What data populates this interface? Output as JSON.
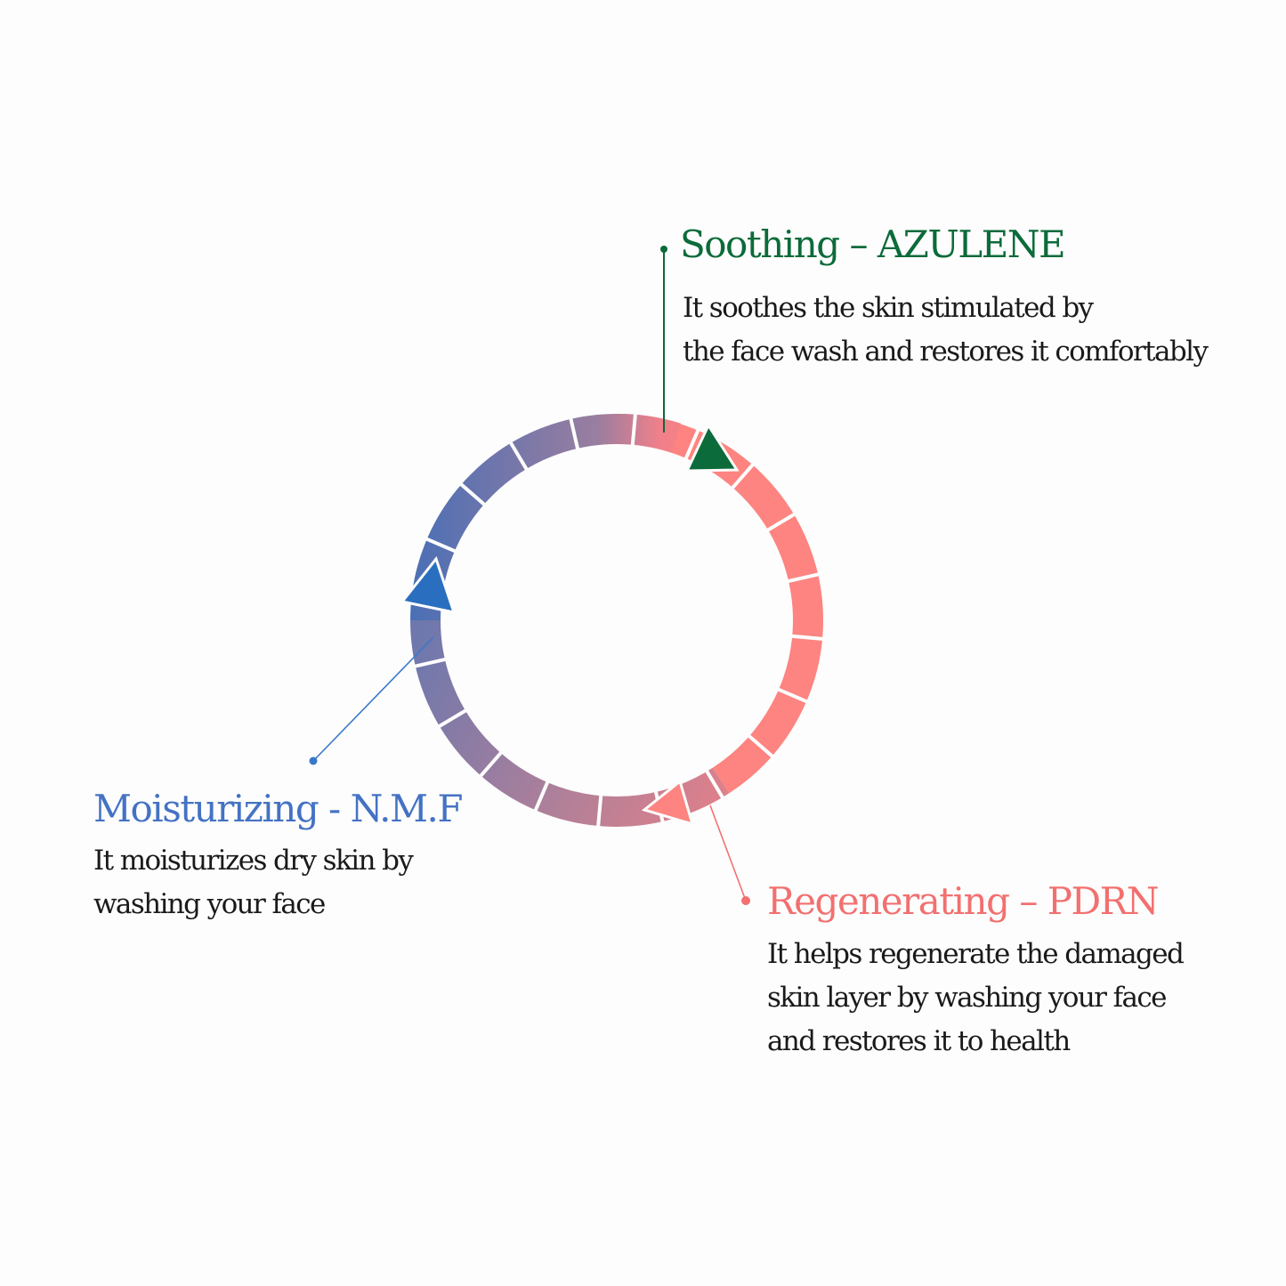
{
  "colors": {
    "soothing": "#0c6b3a",
    "moisturizing": "#4472c4",
    "regenerating": "#f27070",
    "ring_coral": "#fd8480",
    "ring_blue": "#4a6fb5",
    "ring_mid": "#8e7aa3",
    "body_text": "#1a1a1a"
  },
  "steps": [
    {
      "id": "soothing",
      "title": "Soothing – AZULENE",
      "description": [
        "It soothes the skin stimulated by",
        "the face wash and restores it comfortably"
      ],
      "arrow_icon": "green-arrowhead"
    },
    {
      "id": "regenerating",
      "title": "Regenerating – PDRN",
      "description": [
        "It helps regenerate the damaged",
        "skin layer by washing your face",
        "and restores it to health"
      ],
      "arrow_icon": "coral-arrowhead"
    },
    {
      "id": "moisturizing",
      "title": "Moisturizing - N.M.F",
      "description": [
        "It moisturizes dry skin by",
        "washing your face"
      ],
      "arrow_icon": "blue-arrowhead"
    }
  ],
  "ring": {
    "segments": 20,
    "direction": "clockwise"
  }
}
